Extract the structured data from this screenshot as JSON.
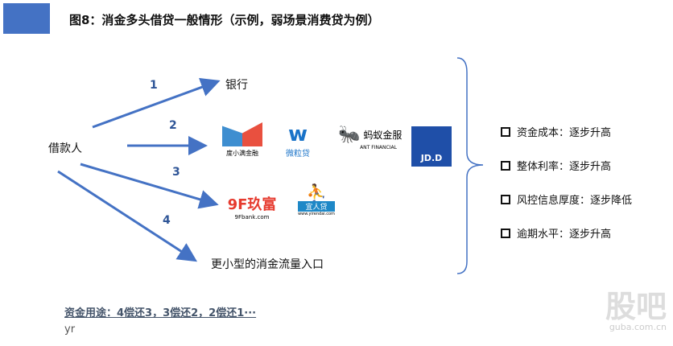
{
  "title": "图8：消金多头借贷一般情形（示例，弱场景消费贷为例）",
  "borrower": "借款人",
  "numbers": [
    "1",
    "2",
    "3",
    "4"
  ],
  "bank": "银行",
  "small_entry": "更小型的消金流量入口",
  "logos": {
    "duxiaoman": "度小满金融",
    "weilidai": "微粒贷",
    "ant": "蚂蚁金服",
    "ant_en": "ANT FINANCIAL",
    "jd": "JD.D",
    "jiufu": "9F玖富",
    "jiufu_url": "9Fbank.com",
    "yirendai": "宜人贷",
    "yirendai_url": "www.yirendai.com"
  },
  "bullets": [
    "资金成本：逐步升高",
    "整体利率：逐步升高",
    "风控信息厚度：逐步降低",
    "逾期水平：逐步升高"
  ],
  "footer": "资金用途：4偿还3，3偿还2，2偿还1···",
  "footer2": "yr",
  "watermark": "股吧",
  "watermark_url": "guba.com.cn",
  "colors": {
    "arrow": "#4472c4",
    "accent": "#4472c4"
  }
}
